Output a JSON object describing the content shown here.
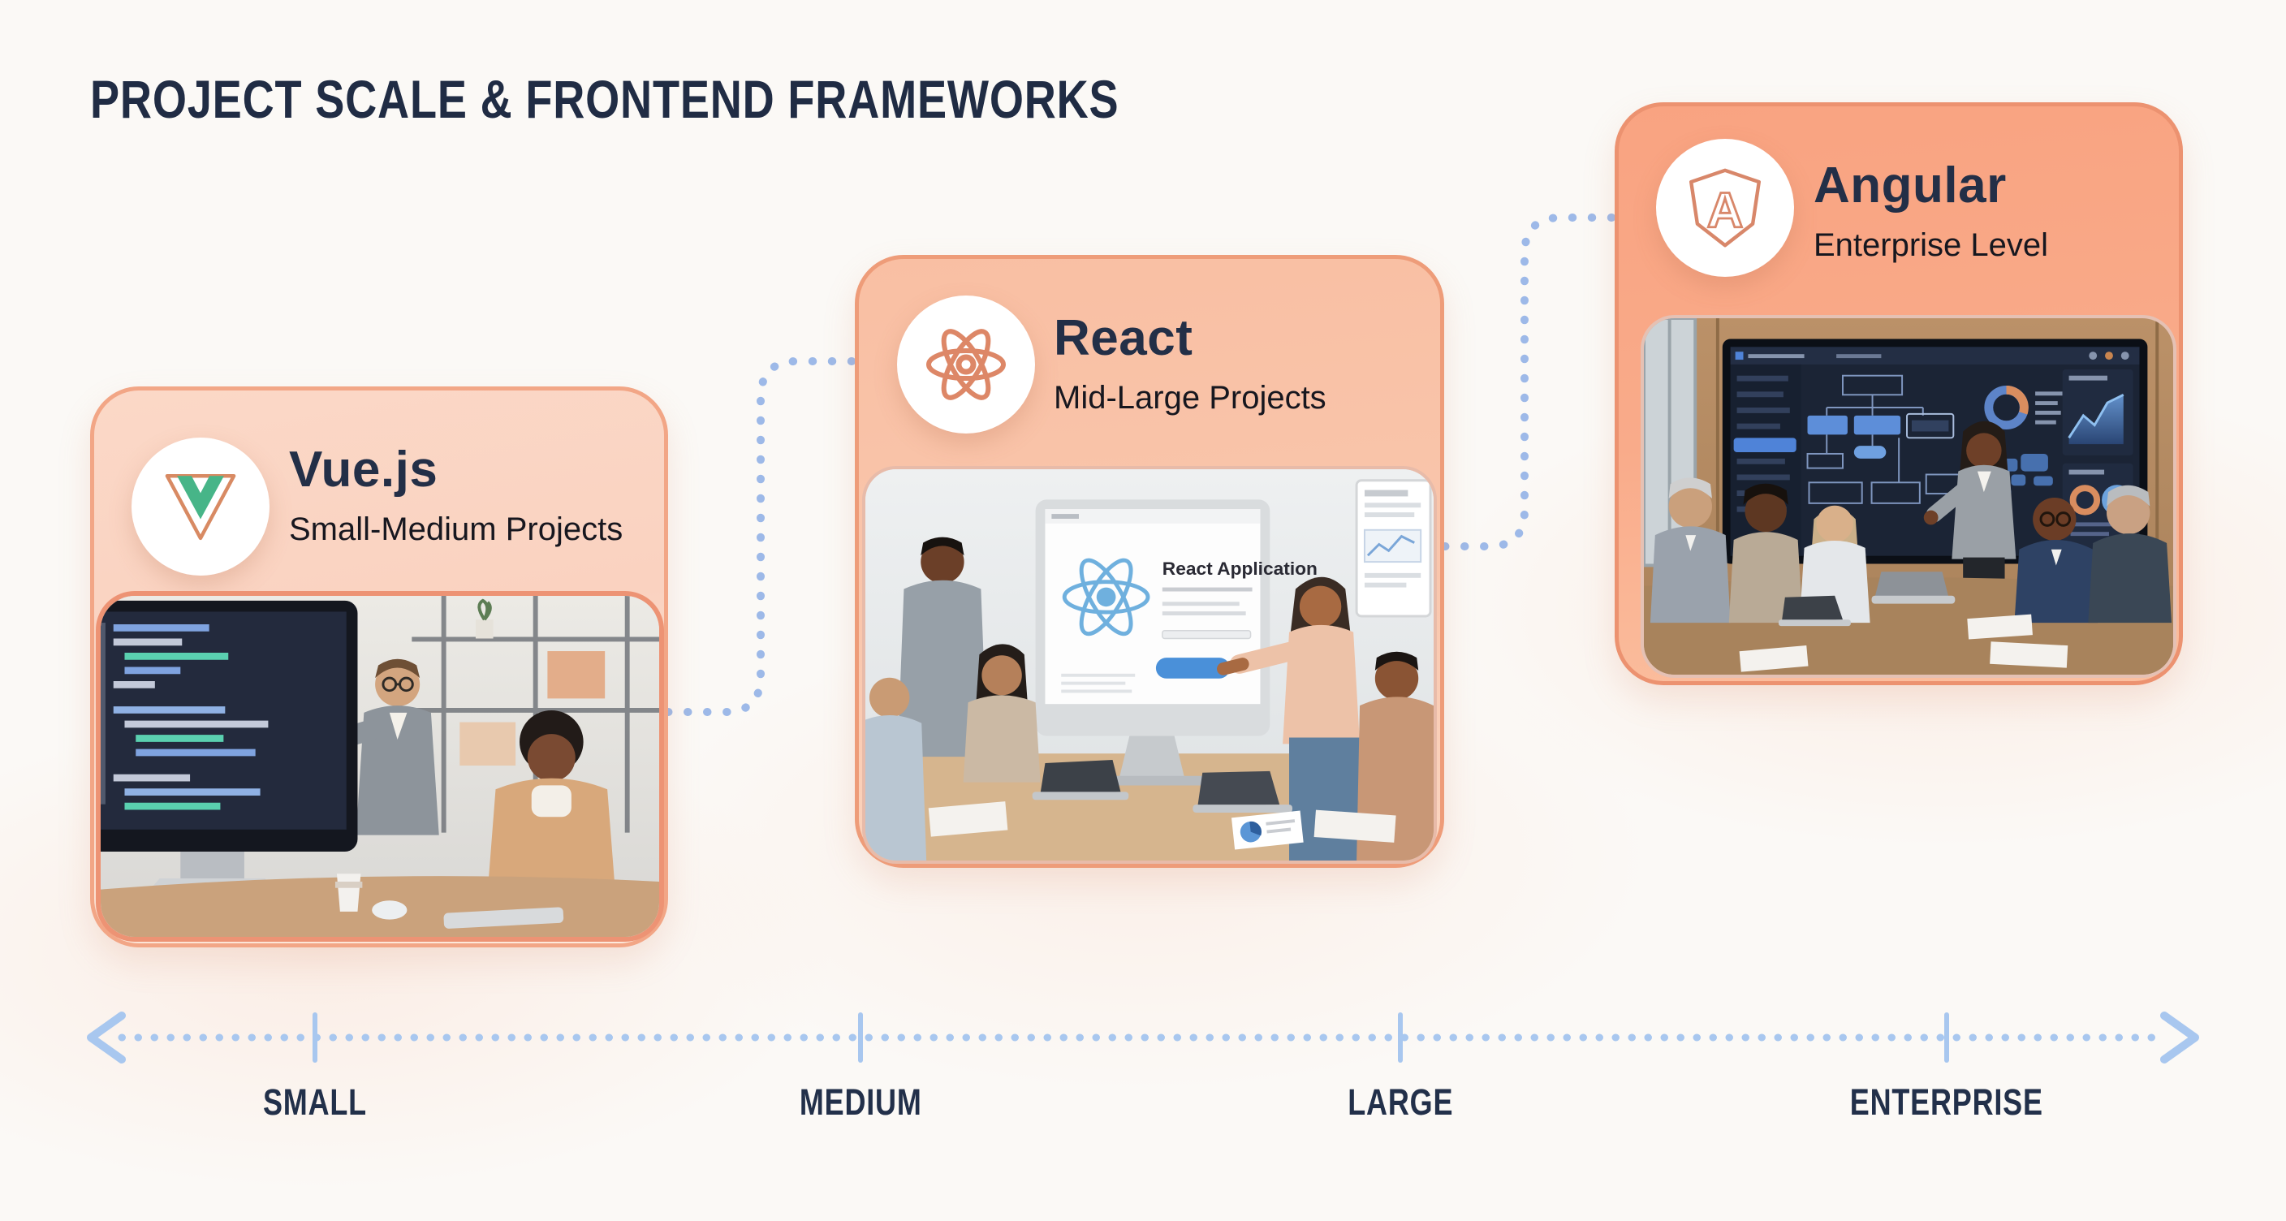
{
  "title": "PROJECT SCALE & FRONTEND FRAMEWORKS",
  "colors": {
    "background": "#fbf9f6",
    "title_text": "#202c44",
    "card_vue_bg": "#fad5c4",
    "card_react_bg": "#f9c3a9",
    "card_angular_bg": "#f9a886",
    "card_border": "#ee9c79",
    "framework_name_text": "#232f47",
    "scale_label_text": "#17171f",
    "connector_blue": "#9db9e8",
    "axis_blue": "#a8c7ef",
    "vue_green": "#47b588",
    "logo_salmon": "#dd8767"
  },
  "cards": [
    {
      "framework": "Vue.js",
      "scale_label": "Small-Medium Projects",
      "logo": "vuejs-logo",
      "photo": {
        "alt": "Three developers smiling at a large monitor full of code in a bright office; one man points at the screen"
      }
    },
    {
      "framework": "React",
      "scale_label": "Mid-Large Projects",
      "logo": "react-logo",
      "photo": {
        "alt": "Team gathered around an iMac showing a React web page while a woman presents",
        "screen_title": "React Application"
      }
    },
    {
      "framework": "Angular",
      "scale_label": "Enterprise Level",
      "logo": "angular-logo",
      "photo": {
        "alt": "Executives at a boardroom table watching a presenter explain an enterprise architecture dashboard on a wall screen"
      }
    }
  ],
  "axis": {
    "labels": [
      {
        "label": "SMALL"
      },
      {
        "label": "MEDIUM"
      },
      {
        "label": "LARGE"
      },
      {
        "label": "ENTERPRISE"
      }
    ]
  }
}
